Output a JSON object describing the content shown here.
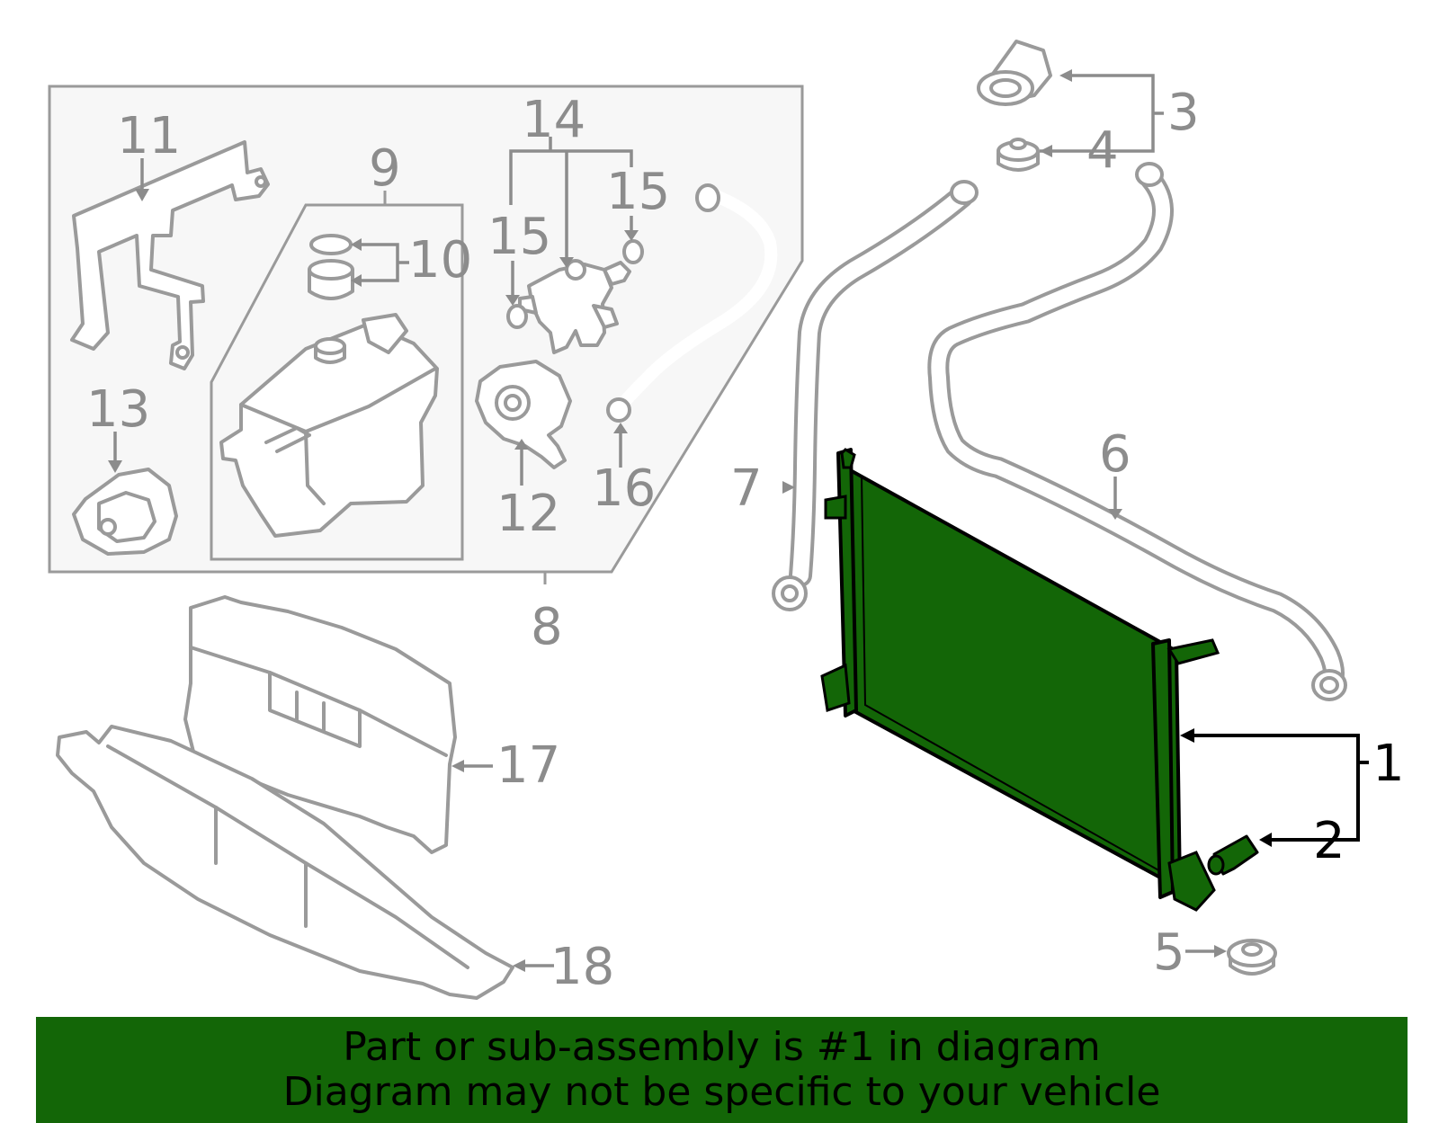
{
  "diagram": {
    "highlight_color": "#136607",
    "label_color_gray": "#8c8c8c",
    "label_color_active": "#000000",
    "callouts": {
      "c1": "1",
      "c2": "2",
      "c3": "3",
      "c4": "4",
      "c5": "5",
      "c6": "6",
      "c7": "7",
      "c8": "8",
      "c9": "9",
      "c10": "10",
      "c11": "11",
      "c12": "12",
      "c13": "13",
      "c14": "14",
      "c15a": "15",
      "c15b": "15",
      "c16": "16",
      "c17": "17",
      "c18": "18"
    }
  },
  "footer": {
    "line1": "Part or sub-assembly is #1 in diagram",
    "line2": "Diagram may not be specific to your vehicle"
  }
}
